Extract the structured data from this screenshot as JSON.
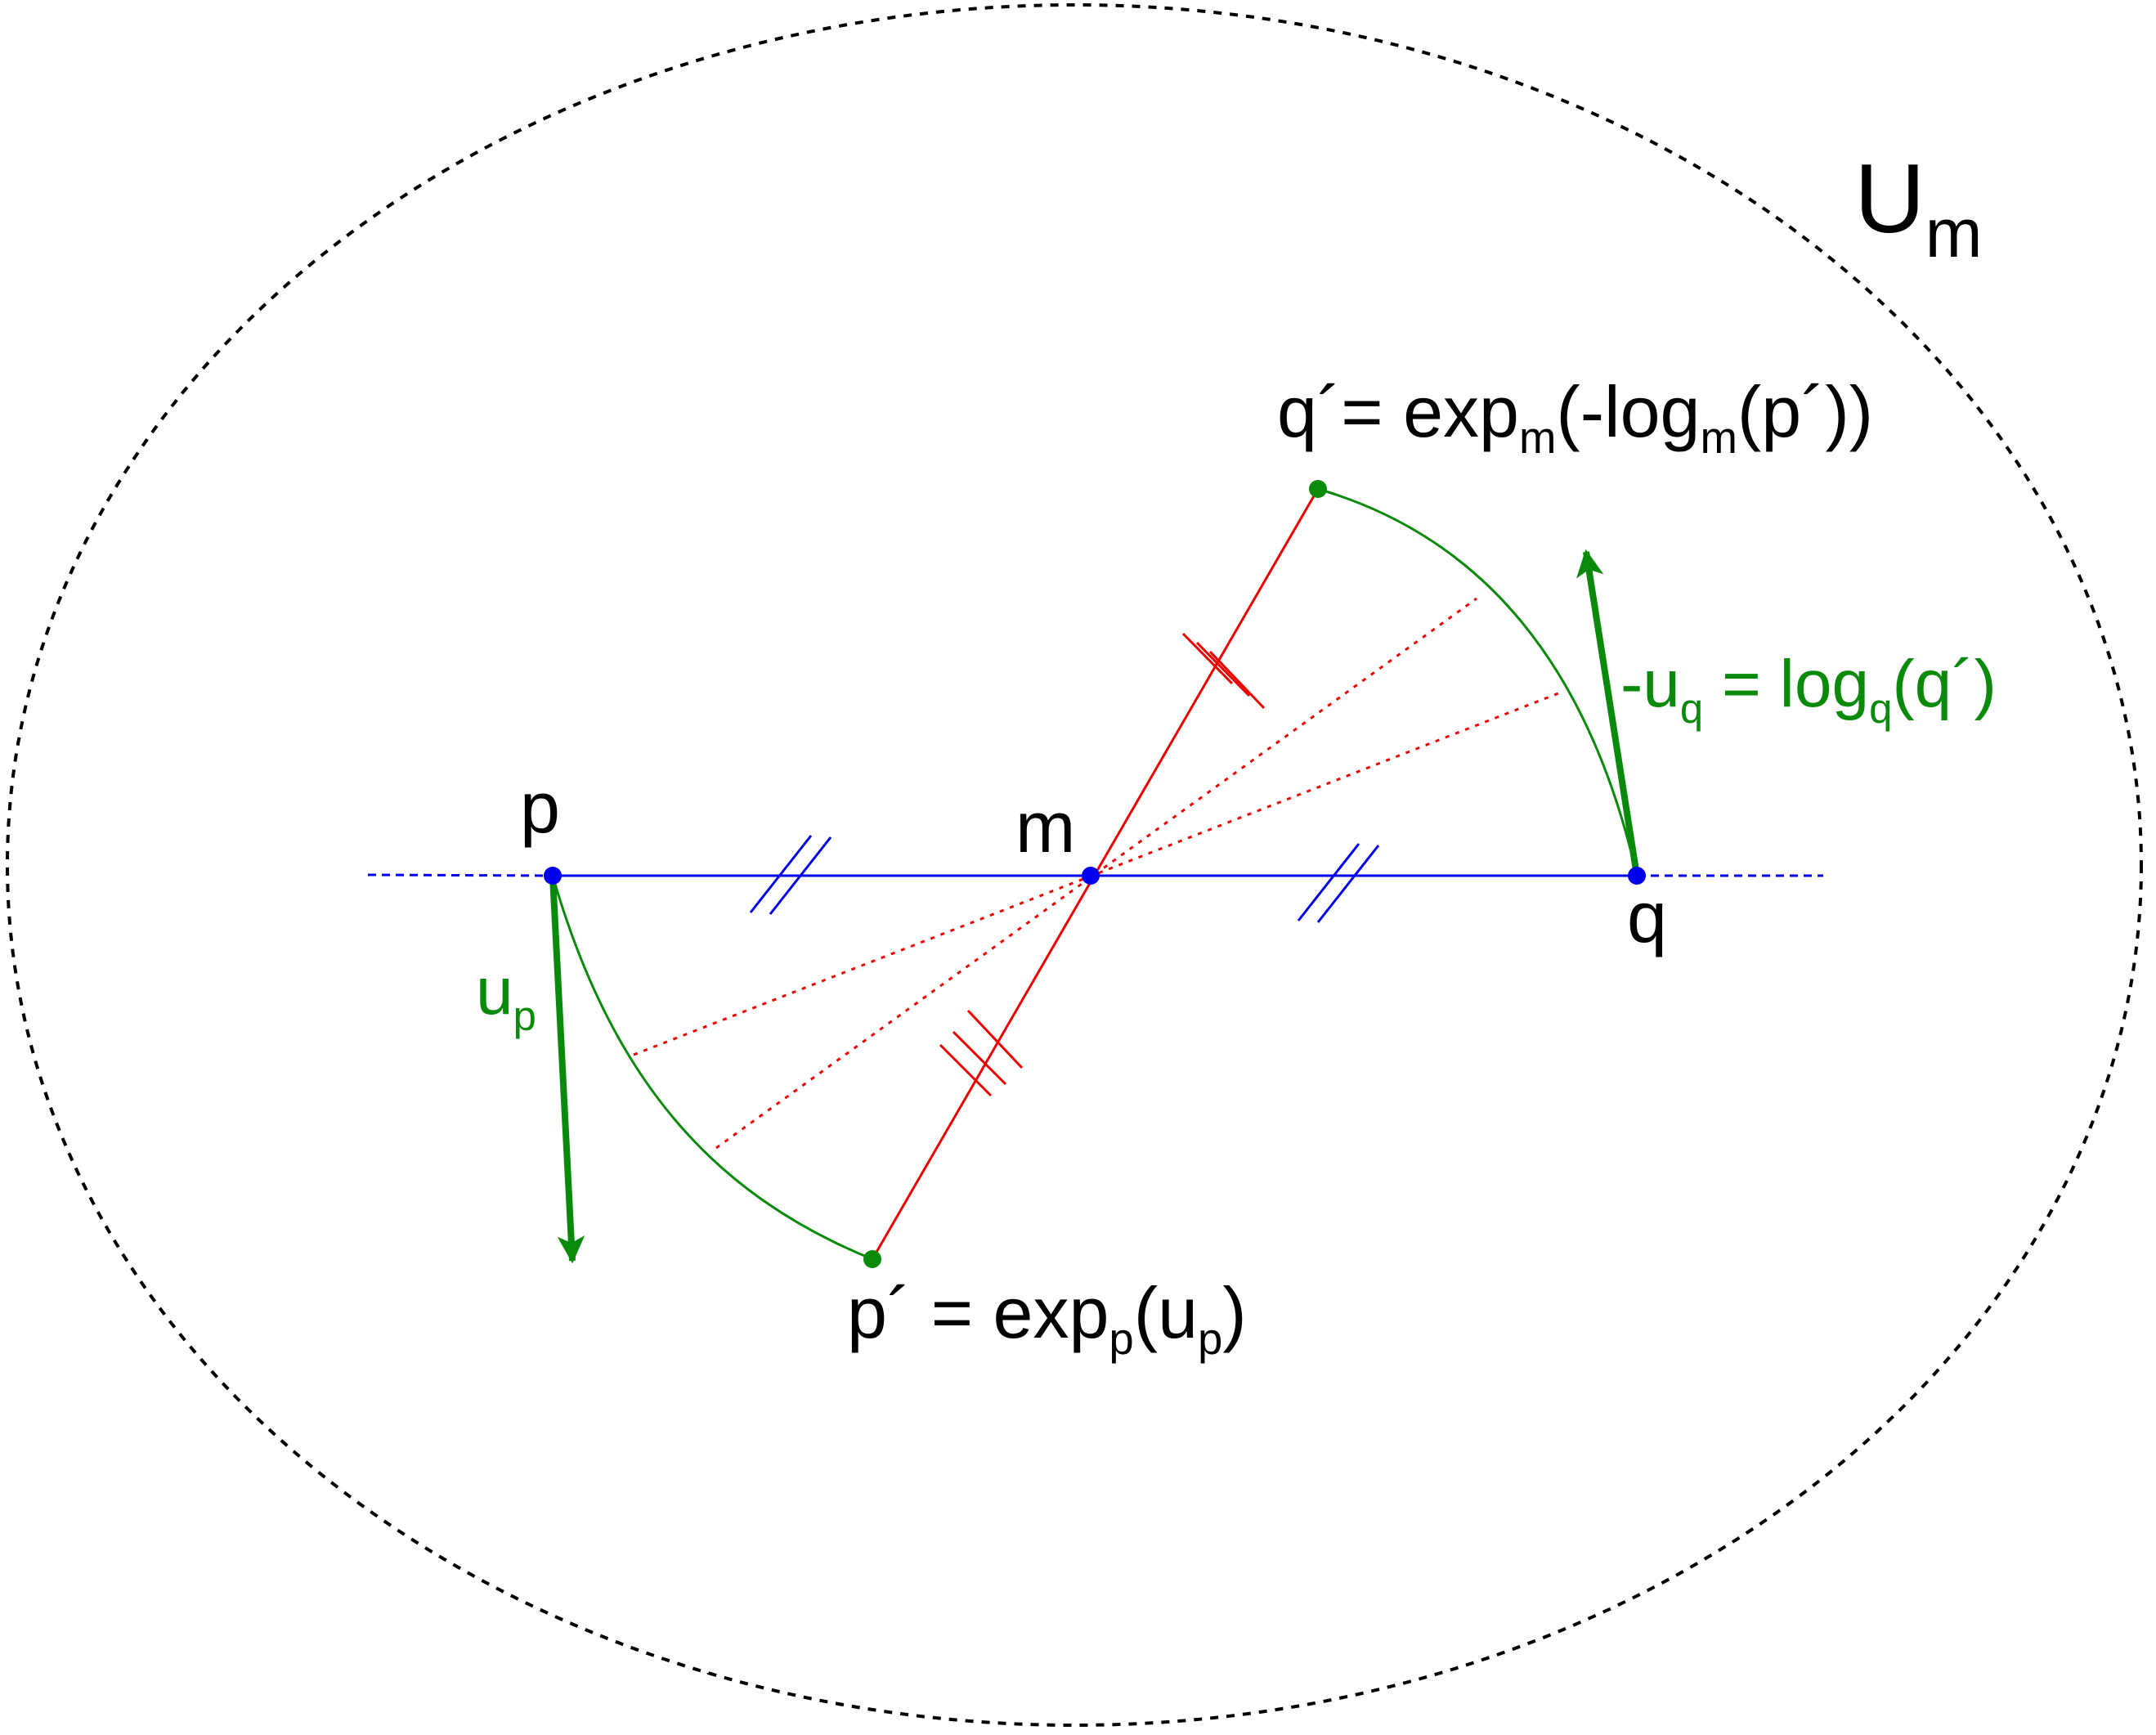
{
  "colors": {
    "blue": "#0000ee",
    "red": "#ee0000",
    "green": "#0a8a0a",
    "dashed_boundary": "#000000"
  },
  "region": {
    "main": "U",
    "sub": "m"
  },
  "points": {
    "p": "p",
    "m": "m",
    "q": "q"
  },
  "p_prime": {
    "prefix": "p´ = exp",
    "sub1": "p",
    "mid": "(u",
    "sub2": "p",
    "suffix": ")"
  },
  "q_prime": {
    "prefix": "q´= exp",
    "sub1": "m",
    "mid": "(-log",
    "sub2": "m",
    "suffix": "(p´))"
  },
  "u_p": {
    "main": "u",
    "sub": "p"
  },
  "minus_u_q": {
    "prefix": "-u",
    "sub1": "q",
    "mid": " = log",
    "sub2": "q",
    "suffix": "(q´)"
  }
}
